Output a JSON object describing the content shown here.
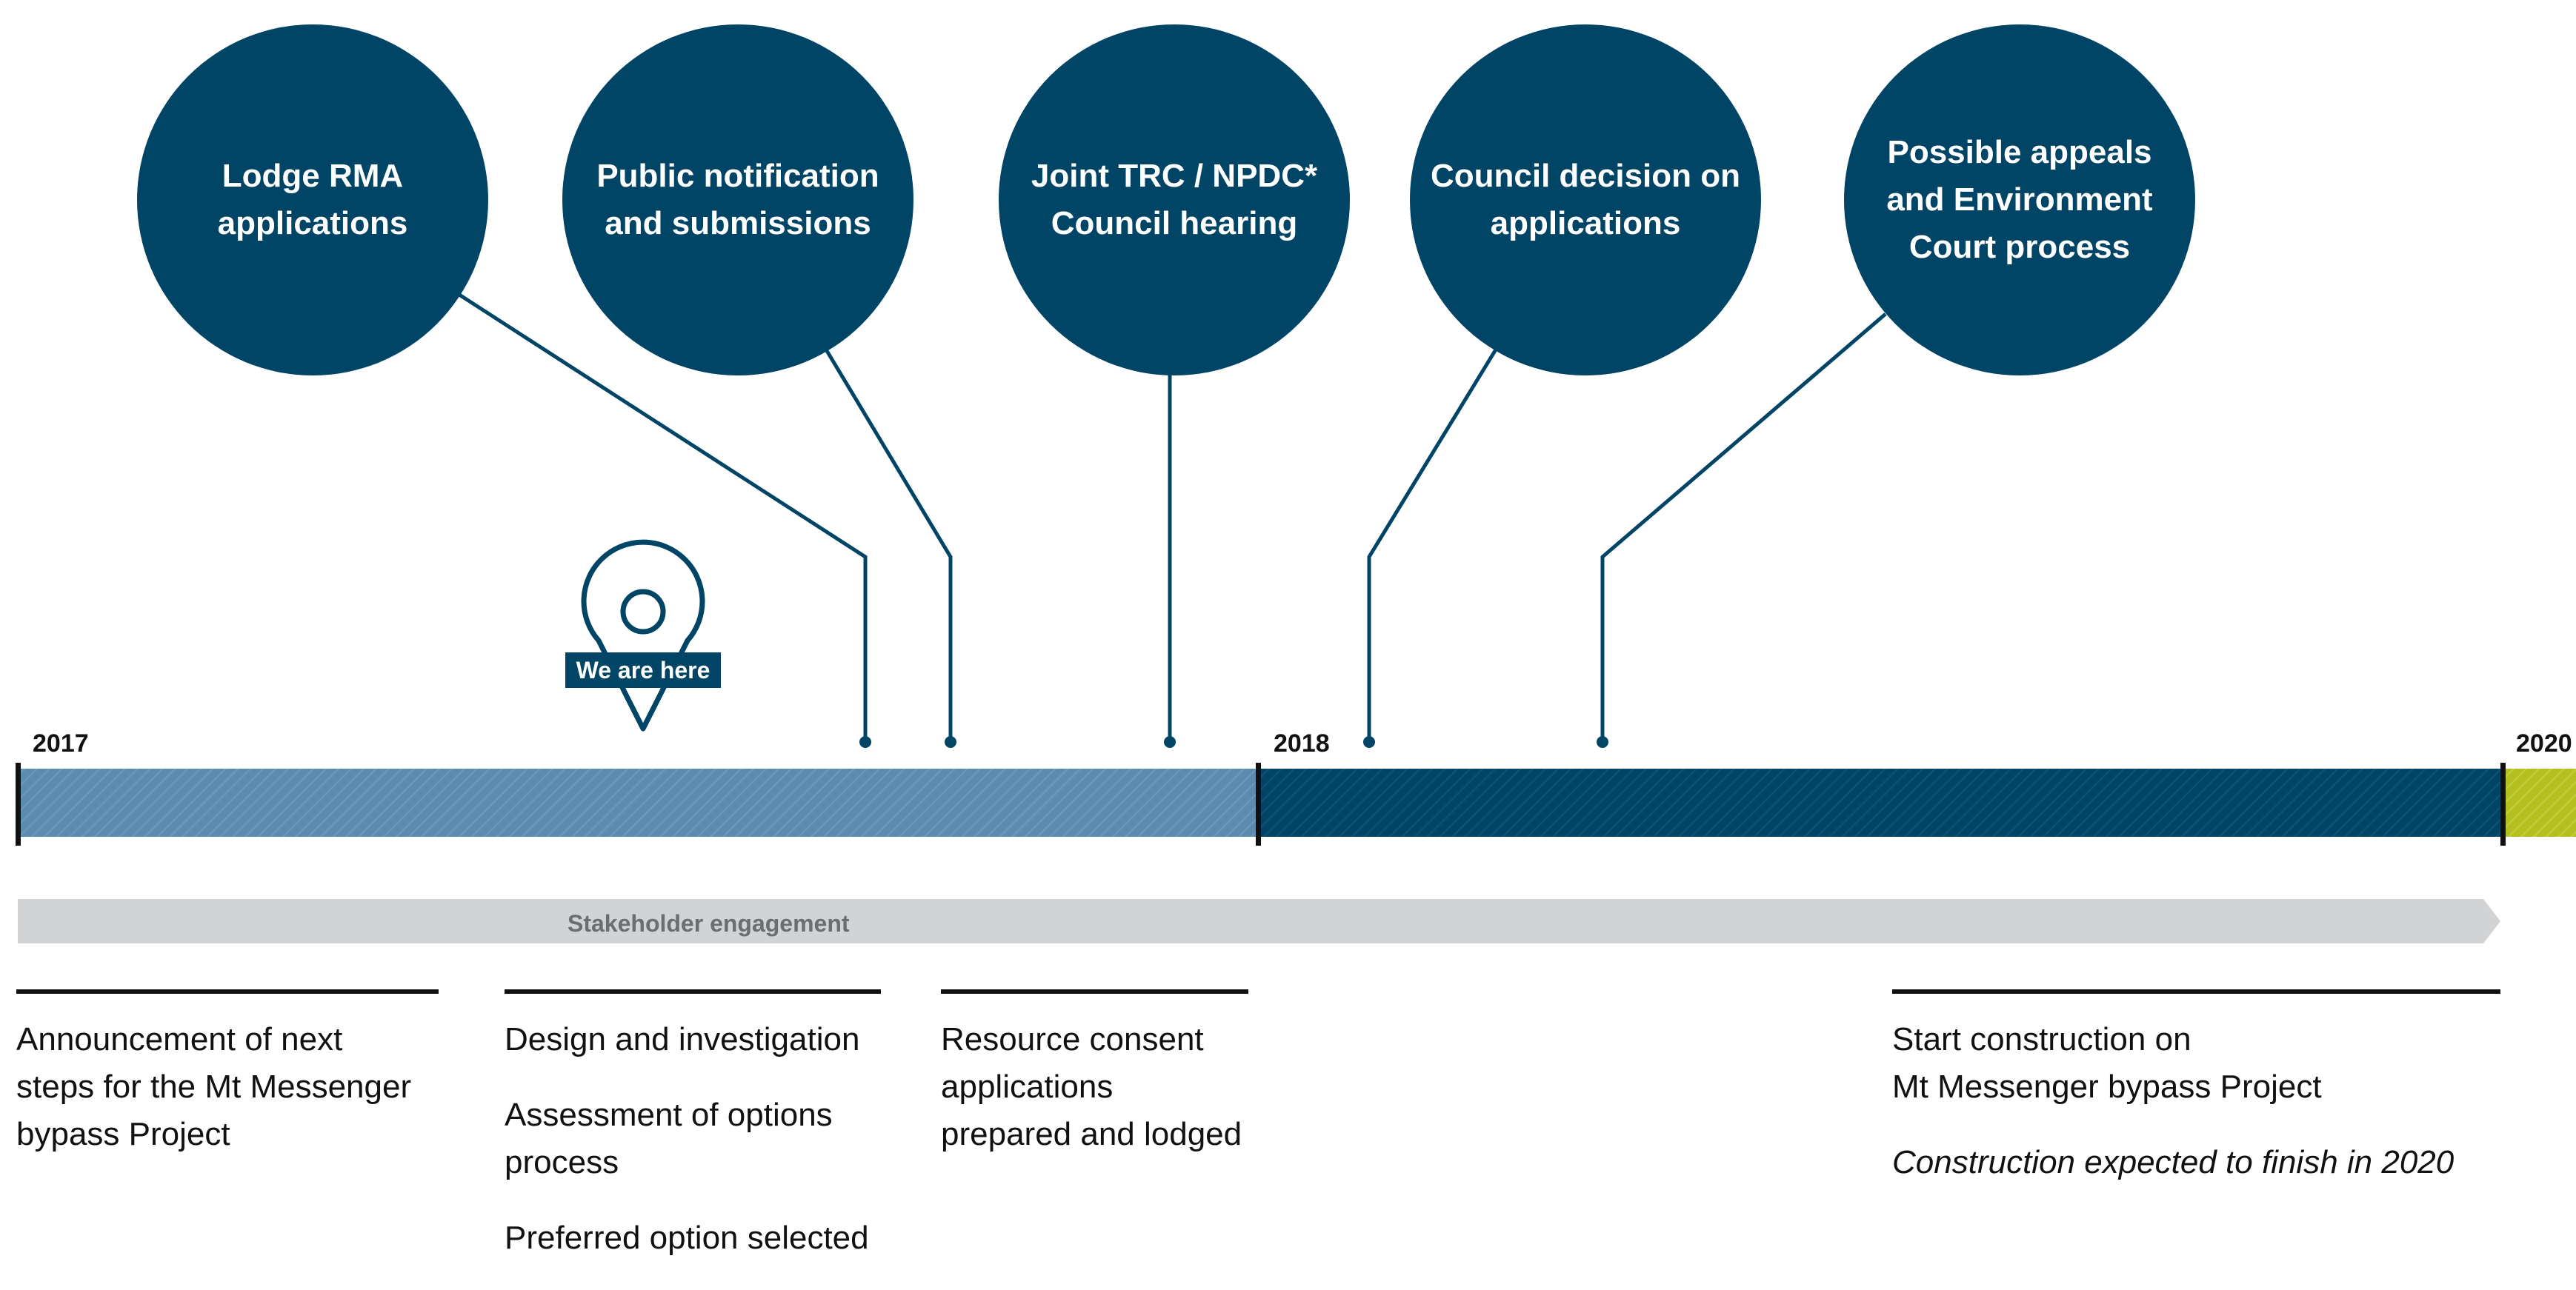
{
  "milestones": [
    {
      "label": "Lodge RMA\napplications"
    },
    {
      "label": "Public notification\nand submissions"
    },
    {
      "label": "Joint TRC / NPDC*\nCouncil hearing"
    },
    {
      "label": "Council decision on\napplications"
    },
    {
      "label": "Possible appeals\nand Environment\nCourt process"
    }
  ],
  "years": [
    "2017",
    "2018",
    "2020"
  ],
  "location_pin": {
    "label": "We are here",
    "icon": "map-pin-icon"
  },
  "stakeholder_band": {
    "label": "Stakeholder engagement"
  },
  "colors": {
    "circle_navy": "#004466",
    "bar_2017": "#5b8bae",
    "bar_2018": "#004466",
    "bar_2020": "#b3c020",
    "engagement_band": "#d2d3d4"
  },
  "descriptions": [
    {
      "items": [
        "Announcement of next\nsteps for the Mt Messenger\nbypass Project"
      ]
    },
    {
      "items": [
        "Design and investigation",
        "Assessment of options\nprocess",
        "Preferred option selected"
      ]
    },
    {
      "items": [
        "Resource consent\napplications\nprepared and lodged"
      ]
    },
    {
      "items": [
        "Start construction on\nMt Messenger bypass Project"
      ],
      "note": "Construction expected to finish in 2020"
    }
  ]
}
